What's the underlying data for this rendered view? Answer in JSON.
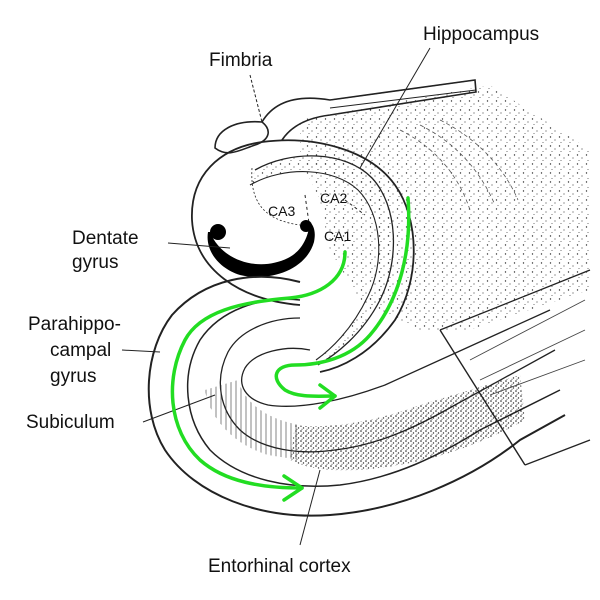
{
  "labels": {
    "fimbria": "Fimbria",
    "hippocampus": "Hippocampus",
    "dentate_line1": "Dentate",
    "dentate_line2": "gyrus",
    "parahippo_line1": "Parahippo-",
    "parahippo_line2": "campal",
    "parahippo_line3": "gyrus",
    "subiculum": "Subiculum",
    "entorhinal": "Entorhinal cortex",
    "ca3": "CA3",
    "ca2": "CA2",
    "ca1": "CA1"
  },
  "colors": {
    "ink": "#111111",
    "pathway": "#22dd22",
    "dentate_fill": "#000000"
  }
}
